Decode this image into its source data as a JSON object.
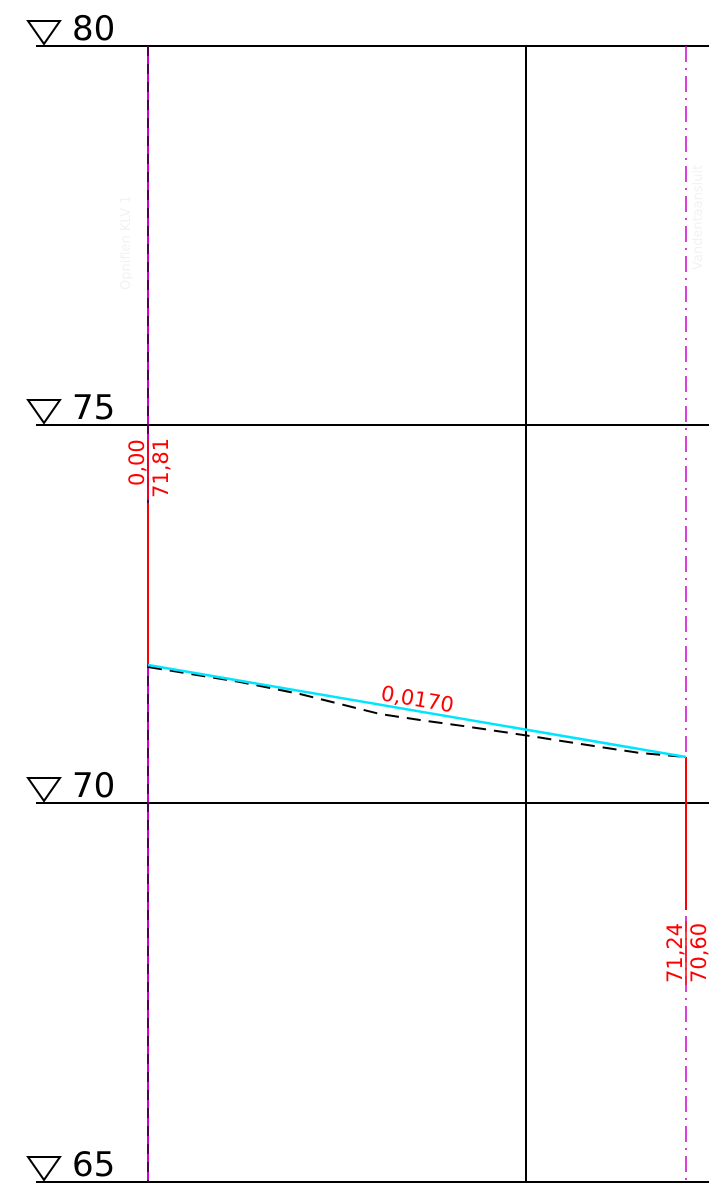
{
  "elevations": [
    "80",
    "75",
    "70",
    "65"
  ],
  "left_station": {
    "top": "0,00",
    "bottom": "71,81",
    "label": "Opnifien KLV 1"
  },
  "right_station": {
    "top": "71,24",
    "bottom": "70,60",
    "label": "Vandentaansluit"
  },
  "slope_label": "0,0170",
  "colors": {
    "grid": "#000000",
    "station_line": "#cc00cc",
    "annotation": "#ff0000",
    "pipe": "#00e5ff",
    "ground": "#000000"
  }
}
